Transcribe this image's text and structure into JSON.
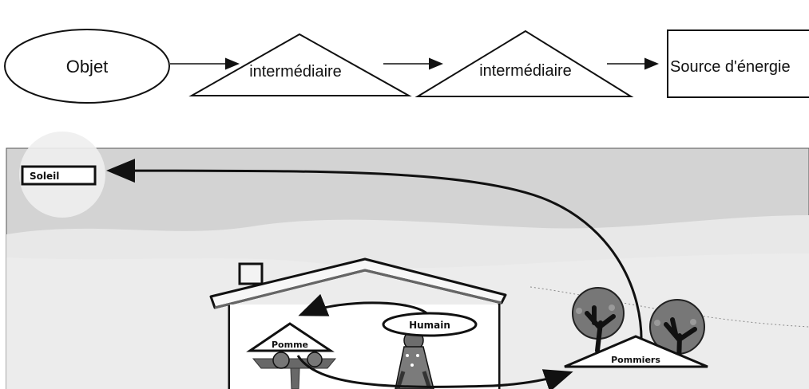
{
  "top_diagram": {
    "object_label": "Objet",
    "intermediate_label_1": "intermédiaire",
    "intermediate_label_2": "intermédiaire",
    "source_label": "Source d'énergie"
  },
  "scene": {
    "sun_label": "Soleil",
    "human_label": "Humain",
    "apple_label": "Pomme",
    "apple_trees_label": "Pommiers"
  },
  "colors": {
    "sky": "#d3d3d3",
    "hill": "#e7e7e7",
    "outline": "#111111",
    "dark_gray": "#666666",
    "tree_gray": "#7a7a7a"
  }
}
